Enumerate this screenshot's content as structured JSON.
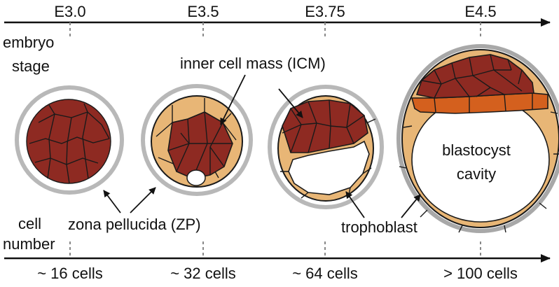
{
  "axis": {
    "stages": [
      "E3.0",
      "E3.5",
      "E3.75",
      "E4.5"
    ],
    "counts": [
      "~ 16 cells",
      "~ 32 cells",
      "~ 64 cells",
      "> 100 cells"
    ],
    "top_label_line1": "embryo",
    "top_label_line2": "stage",
    "bottom_label_line1": "cell",
    "bottom_label_line2": "number"
  },
  "annotations": {
    "icm": "inner cell mass (ICM)",
    "zp": "zona pellucida (ZP)",
    "trophoblast": "trophoblast",
    "cavity_line1": "blastocyst",
    "cavity_line2": "cavity"
  },
  "colors": {
    "icm": "#8e2a22",
    "trophectoderm": "#e8b676",
    "primitive_endoderm": "#d4601e",
    "zona": "#b8b8b8",
    "outline": "#1a1a1a"
  }
}
